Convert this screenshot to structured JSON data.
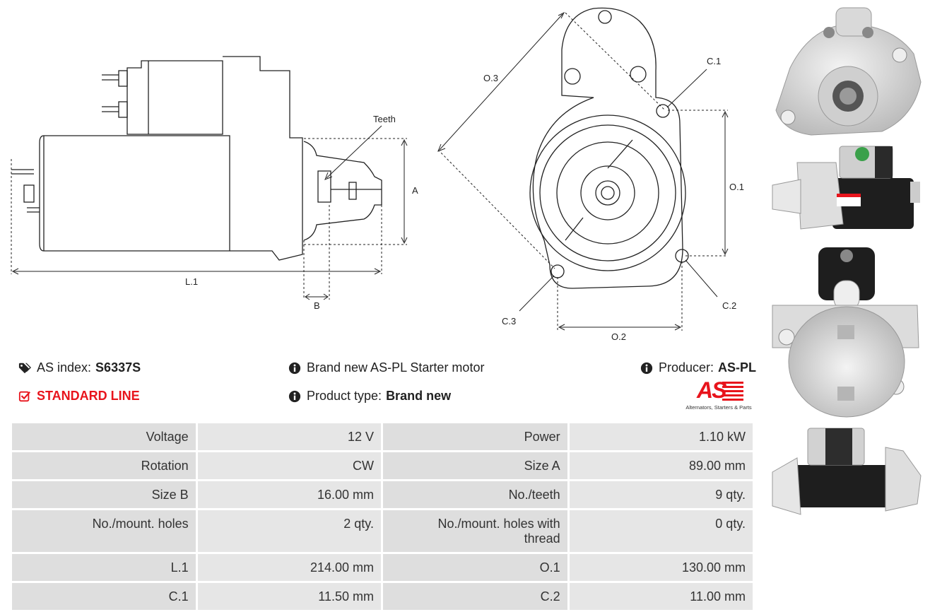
{
  "diagram": {
    "labels": {
      "teeth": "Teeth",
      "a": "A",
      "l1": "L.1",
      "b": "B",
      "o3": "O.3",
      "c1": "C.1",
      "o1": "O.1",
      "c2": "C.2",
      "c3": "C.3",
      "o2": "O.2"
    }
  },
  "info": {
    "as_index_label": "AS index:",
    "as_index_value": "S6337S",
    "line": "STANDARD LINE",
    "description": "Brand new AS-PL Starter motor",
    "product_type_label": "Product type:",
    "product_type_value": "Brand new",
    "producer_label": "Producer:",
    "producer_value": "AS-PL"
  },
  "logo": {
    "mark": "AS",
    "tagline": "Alternators, Starters & Parts"
  },
  "specs": [
    {
      "l1": "Voltage",
      "v1": "12 V",
      "l2": "Power",
      "v2": "1.10 kW"
    },
    {
      "l1": "Rotation",
      "v1": "CW",
      "l2": "Size A",
      "v2": "89.00 mm"
    },
    {
      "l1": "Size B",
      "v1": "16.00 mm",
      "l2": "No./teeth",
      "v2": "9 qty."
    },
    {
      "l1": "No./mount. holes",
      "v1": "2 qty.",
      "l2": "No./mount. holes with thread",
      "v2": "0 qty."
    },
    {
      "l1": "L.1",
      "v1": "214.00 mm",
      "l2": "O.1",
      "v2": "130.00 mm"
    },
    {
      "l1": "C.1",
      "v1": "11.50 mm",
      "l2": "C.2",
      "v2": "11.00 mm"
    }
  ],
  "colors": {
    "accent": "#e8141c",
    "table_bg": "#e6e6e6",
    "line": "#222222"
  }
}
